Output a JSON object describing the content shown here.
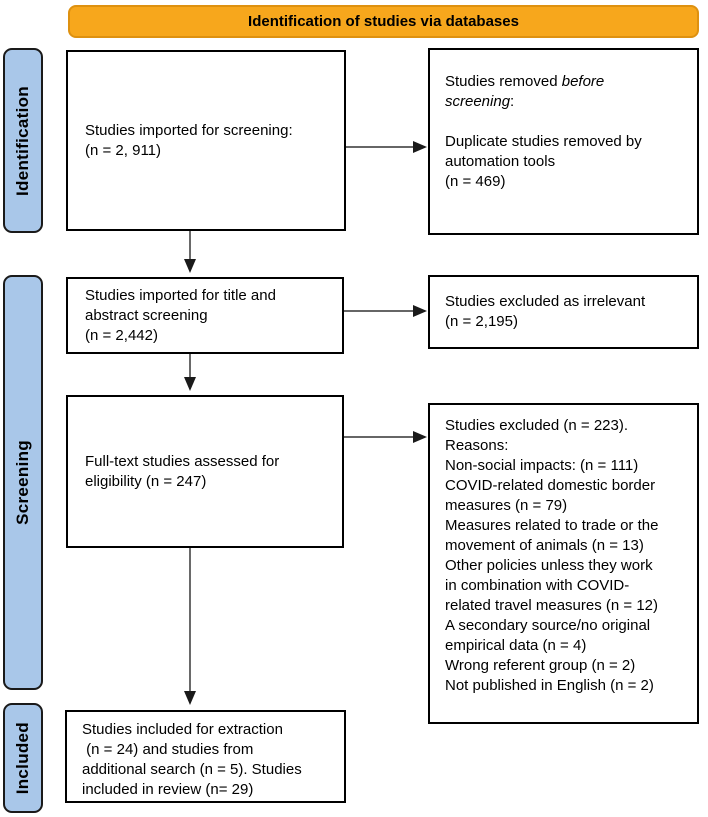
{
  "banner": {
    "title": "Identification of studies via databases"
  },
  "colors": {
    "banner_bg": "#F7A71C",
    "banner_border": "#DE9110",
    "stage_bg": "#A9C7E9",
    "stage_border": "#1A1A1A",
    "box_border": "#000000",
    "arrow": "#333333"
  },
  "stages": {
    "identification": "Identification",
    "screening": "Screening",
    "included": "Included"
  },
  "boxes": {
    "imported": "Studies imported for screening:\n(n = 2, 911)",
    "removed_before": {
      "prefix": "Studies removed ",
      "italic": "before\nscreening",
      "suffix": ":",
      "body": "Duplicate studies removed by\nautomation tools\n(n = 469)"
    },
    "title_abstract": "Studies imported for title and\nabstract screening\n(n = 2,442)",
    "excluded_irrelevant": "Studies excluded as irrelevant\n(n = 2,195)",
    "fulltext": "Full-text studies assessed for\neligibility (n = 247)",
    "excluded_reasons": "Studies excluded (n = 223).\nReasons:\nNon-social impacts: (n = 111)\nCOVID-related domestic border\nmeasures (n = 79)\nMeasures related to trade or the\nmovement of animals (n = 13)\nOther policies unless they work\nin combination with COVID-\nrelated travel measures (n = 12)\nA secondary source/no original\nempirical data (n = 4)\nWrong referent group (n = 2)\nNot published in English (n = 2)",
    "included_final": "Studies included for extraction\n (n = 24) and studies from\nadditional search (n = 5). Studies\nincluded in review (n= 29)"
  }
}
